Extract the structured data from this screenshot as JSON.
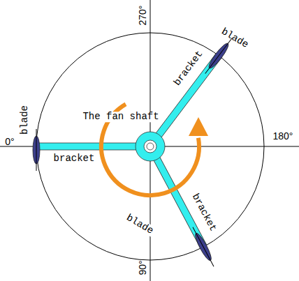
{
  "diagram": {
    "labels": [
      "270°",
      "0°",
      "180°",
      "90°",
      "blade",
      "blade",
      "blade",
      "bracket",
      "bracket",
      "bracket",
      "The fan shaft"
    ]
  }
}
